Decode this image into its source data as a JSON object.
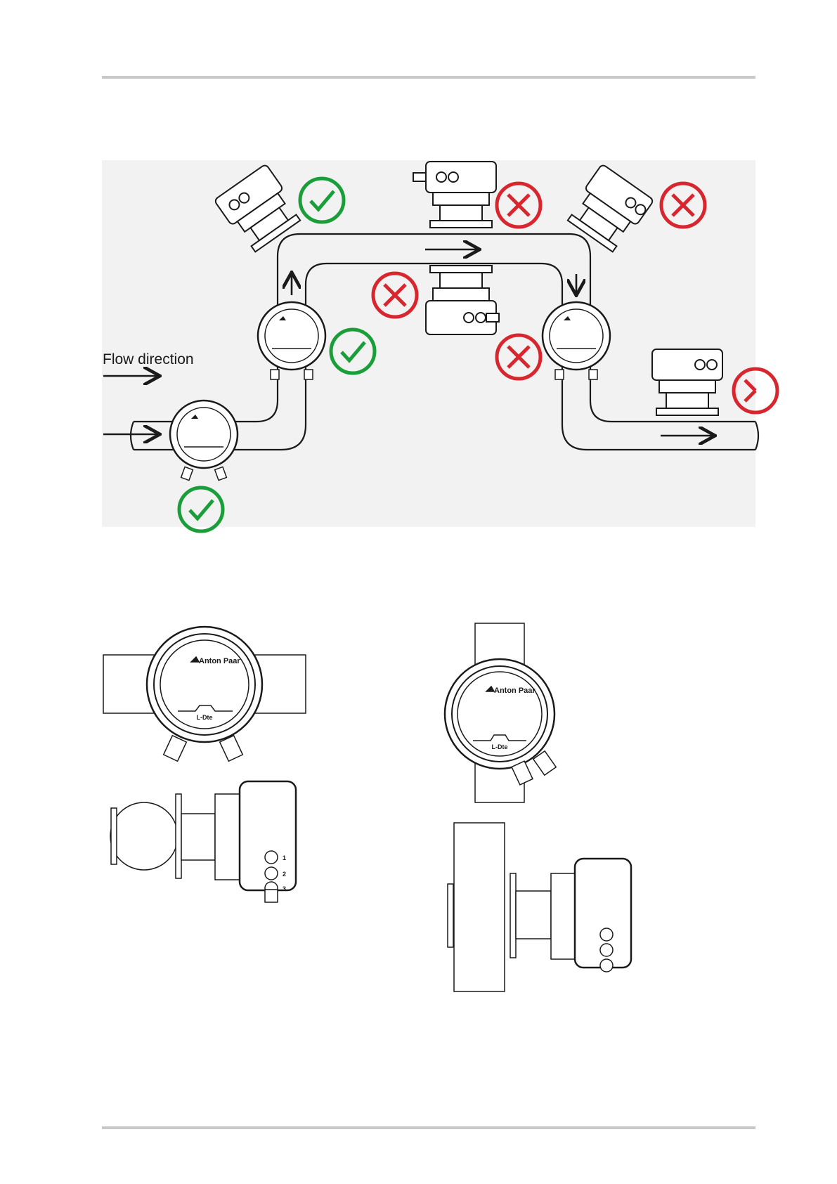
{
  "figure": {
    "flow_label": "Flow direction",
    "brand_text": "Anton Paar",
    "display_model": "L-Dte",
    "port_numbers": [
      "1",
      "2",
      "3"
    ]
  },
  "markers": {
    "correct_color": "#1a9e3a",
    "wrong_color": "#d8262f",
    "correct_icon": "check-circle-icon",
    "wrong_icon": "x-circle-icon"
  },
  "header": {},
  "footer": {}
}
